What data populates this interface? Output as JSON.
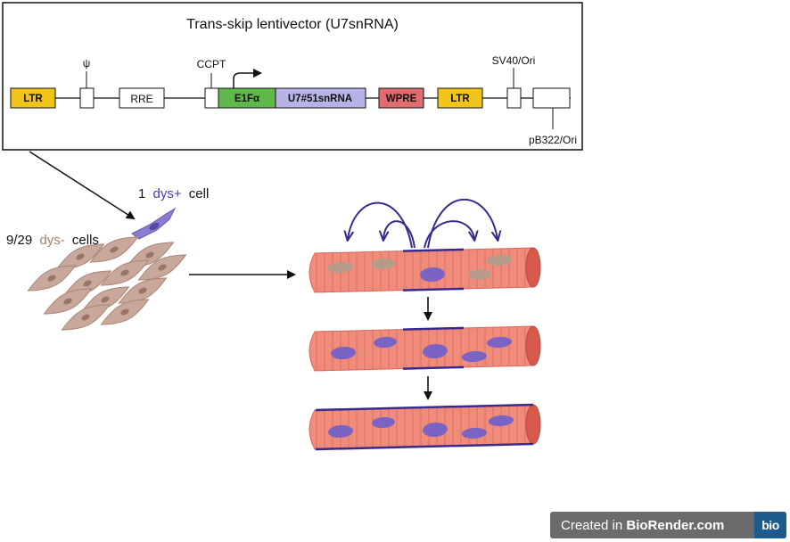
{
  "vector": {
    "title": "Trans-skip lentivector (U7snRNA)",
    "segments": {
      "ltr_left": "LTR",
      "rre": "RRE",
      "ef1a": "E1Fα",
      "u7": "U7#51snRNA",
      "wpre": "WPRE",
      "ltr_right": "LTR"
    },
    "annotations": {
      "psi": "ψ",
      "ccpt": "CCPT",
      "sv40": "SV40/Ori",
      "pb322": "pB322/Ori"
    }
  },
  "cells": {
    "dys_plus_count": "1",
    "dys_plus_word": "dys+",
    "dys_plus_suffix": "cell",
    "dys_minus_count": "9/29",
    "dys_minus_word": "dys-",
    "dys_minus_suffix": "cells"
  },
  "footer": {
    "prefix": "Created in ",
    "brand": "BioRender.com",
    "logo": "bio"
  },
  "colors": {
    "ltr": "#f0c419",
    "ef1a": "#5fb84a",
    "u7": "#b8b3e6",
    "wpre": "#e06c70",
    "fiber": "#f08c7c",
    "fiber_stripe": "#d9665a",
    "fiber_cap": "#d9584c",
    "nucleus_plus": "#7b63c4",
    "nucleus_minus": "#b89a8a",
    "dystrophin": "#3a2a8c",
    "cell_minus": "#c9a89c",
    "cell_plus": "#8c7bd0"
  }
}
